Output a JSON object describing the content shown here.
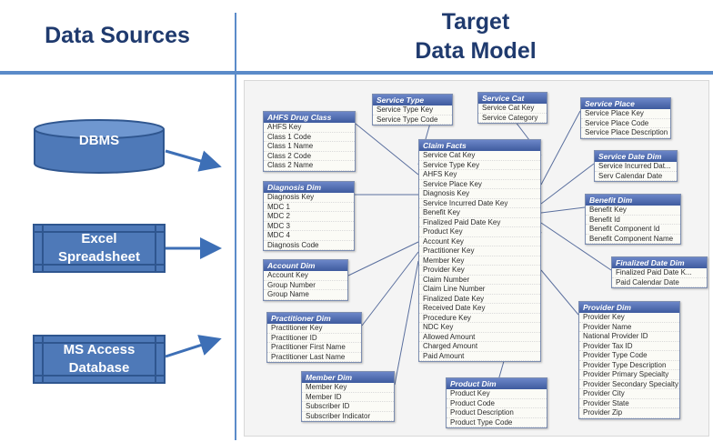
{
  "header": {
    "left_title": "Data Sources",
    "right_title_line1": "Target",
    "right_title_line2": "Data Model"
  },
  "sources": {
    "dbms": "DBMS",
    "excel_line1": "Excel",
    "excel_line2": "Spreadsheet",
    "access_line1": "MS Access",
    "access_line2": "Database"
  },
  "colors": {
    "title": "#1f3a6e",
    "accent": "#5b8bc9",
    "source_fill": "#4e79b8",
    "table_header": "#4a66aa"
  },
  "tables": {
    "ahfs": {
      "title": "AHFS Drug Class",
      "fields": [
        "AHFS Key",
        "Class 1 Code",
        "Class 1 Name",
        "Class 2 Code",
        "Class 2 Name"
      ]
    },
    "service_type": {
      "title": "Service Type",
      "fields": [
        "Service Type Key",
        "Service Type Code"
      ]
    },
    "service_cat": {
      "title": "Service Cat",
      "fields": [
        "Service Cat Key",
        "Service Category"
      ]
    },
    "service_place": {
      "title": "Service Place",
      "fields": [
        "Service Place Key",
        "Service Place Code",
        "Service Place Description"
      ]
    },
    "service_date": {
      "title": "Service Date Dim",
      "fields": [
        "Service Incurred Dat...",
        "Serv Calendar Date"
      ]
    },
    "diagnosis": {
      "title": "Diagnosis Dim",
      "fields": [
        "Diagnosis Key",
        "MDC 1",
        "MDC 2",
        "MDC 3",
        "MDC 4",
        "Diagnosis Code"
      ]
    },
    "claim": {
      "title": "Claim Facts",
      "fields": [
        "Service Cat Key",
        "Service Type Key",
        "AHFS Key",
        "Service Place Key",
        "Diagnosis Key",
        "Service Incurred Date Key",
        "Benefit Key",
        "Finalized Paid Date Key",
        "Product Key",
        "Account Key",
        "Practitioner Key",
        "Member Key",
        "Provider Key",
        "Claim Number",
        "Claim Line Number",
        "Finalized Date Key",
        "Received Date Key",
        "Procedure Key",
        "NDC Key",
        "Allowed Amount",
        "Charged Amount",
        "Paid Amount"
      ]
    },
    "benefit": {
      "title": "Benefit Dim",
      "fields": [
        "Benefit Key",
        "Benefit Id",
        "Benefit Component Id",
        "Benefit Component Name"
      ]
    },
    "account": {
      "title": "Account Dim",
      "fields": [
        "Account Key",
        "Group Number",
        "Group Name"
      ]
    },
    "finalized": {
      "title": "Finalized Date Dim",
      "fields": [
        "Finalized Paid Date K...",
        "Paid Calendar Date"
      ]
    },
    "practitioner": {
      "title": "Practitioner Dim",
      "fields": [
        "Practitioner Key",
        "Practitioner ID",
        "Practitioner First Name",
        "Practitioner Last Name"
      ]
    },
    "provider": {
      "title": "Provider Dim",
      "fields": [
        "Provider Key",
        "Provider Name",
        "National Provider ID",
        "Provider Tax ID",
        "Provider Type Code",
        "Provider Type Description",
        "Provider Primary Specialty",
        "Provider Secondary Specialty",
        "Provider City",
        "Provider State",
        "Provider Zip"
      ]
    },
    "member": {
      "title": "Member Dim",
      "fields": [
        "Member Key",
        "Member ID",
        "Subscriber ID",
        "Subscriber Indicator"
      ]
    },
    "product": {
      "title": "Product Dim",
      "fields": [
        "Product Key",
        "Product Code",
        "Product Description",
        "Product Type Code"
      ]
    }
  }
}
